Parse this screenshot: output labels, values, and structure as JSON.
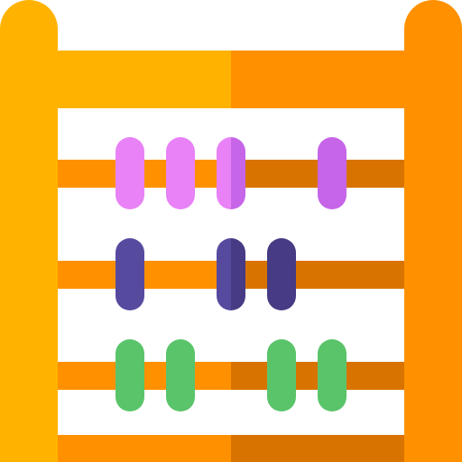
{
  "icon": {
    "name": "abacus-icon",
    "colors": {
      "frame_left": "#FFB300",
      "frame_right": "#FF9100",
      "bottom_rail_left": "#FF9100",
      "bottom_rail_right": "#D97300",
      "panel": "#FFFFFF",
      "rod_left": "#FF9100",
      "rod_right": "#D97300",
      "bead_pink_light": "#E882F6",
      "bead_pink_dark": "#C665E8",
      "bead_indigo_light": "#564A9F",
      "bead_indigo_dark": "#463B84",
      "bead_green": "#5AC46A"
    },
    "rows": [
      {
        "color_name": "pink",
        "beads": 4
      },
      {
        "color_name": "indigo",
        "beads": 3
      },
      {
        "color_name": "green",
        "beads": 4
      }
    ]
  }
}
